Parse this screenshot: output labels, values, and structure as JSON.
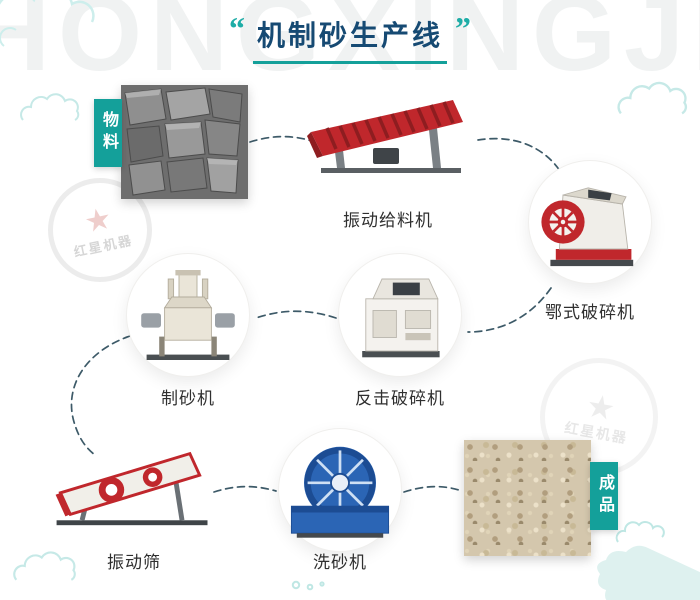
{
  "title": {
    "quote_open": "“",
    "text": "机制砂生产线",
    "quote_close": "”"
  },
  "flow": {
    "material_label": "物料",
    "feeder_label": "振动给料机",
    "jaw_crusher_label": "鄂式破碎机",
    "impact_crusher_label": "反击破碎机",
    "sand_maker_label": "制砂机",
    "screen_label": "振动筛",
    "washer_label": "洗砂机",
    "product_label": "成品",
    "sequence": [
      "物料",
      "振动给料机",
      "鄂式破碎机",
      "反击破碎机",
      "制砂机",
      "振动筛",
      "洗砂机",
      "成品"
    ]
  },
  "watermark": {
    "latin": "HONGXINGJIQI",
    "cn": "红星机器",
    "star": "★"
  },
  "colors": {
    "teal": "#14a09a",
    "title_navy": "#164a73",
    "machine_red": "#c0272c",
    "washer_blue": "#2b65b5",
    "connector": "#3d5a68",
    "label_text": "#2f2f2f"
  }
}
